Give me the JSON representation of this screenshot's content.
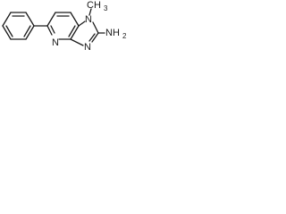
{
  "molecule": {
    "labels": {
      "n_methyl": "N",
      "methyl": "CH",
      "methyl_sub": "3",
      "n_imidazole": "N",
      "n_pyridine": "N",
      "amine": "NH",
      "amine_sub": "2"
    }
  }
}
